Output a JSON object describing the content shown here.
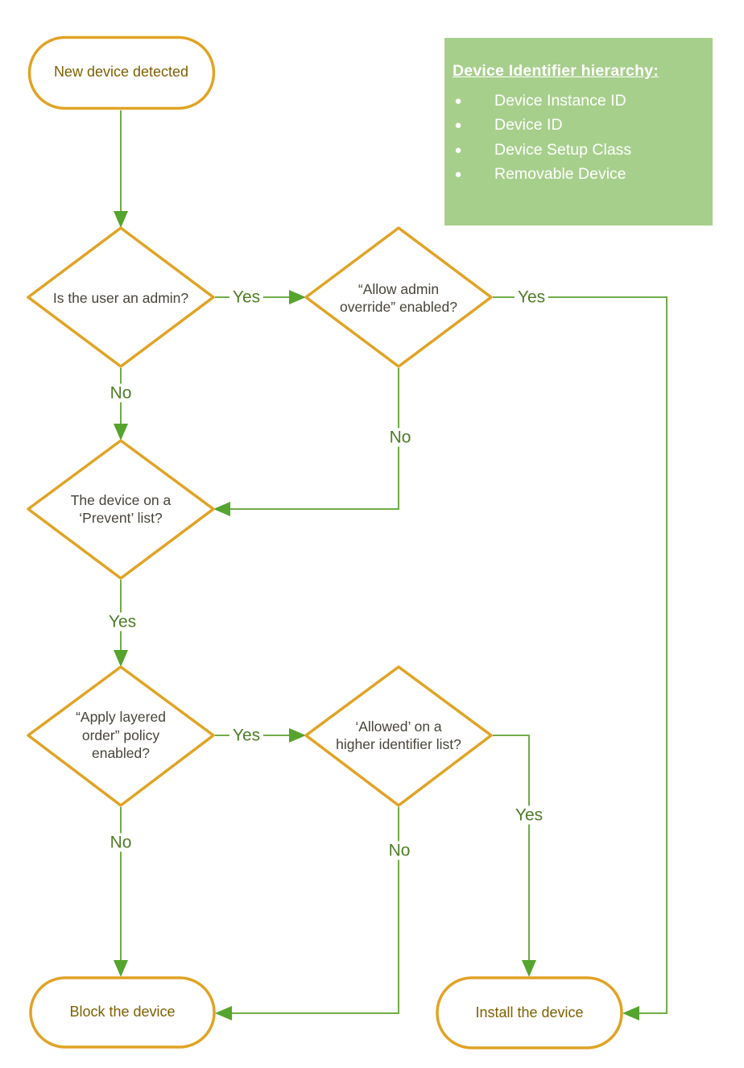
{
  "colors": {
    "shape_stroke": "#E1A325",
    "connector_line": "#70AD47",
    "arrowhead": "#55A42E",
    "edge_label_text": "#4E7D26",
    "terminator_text": "#7F6000",
    "diamond_text": "#48443A",
    "legend_background": "#A7CF8C",
    "legend_text": "#FFFFFF"
  },
  "nodes": {
    "start": "New device detected",
    "is_admin": "Is the user an admin?",
    "allow_override": "“Allow admin override” enabled?",
    "prevent_list": "The device on a ‘Prevent’ list?",
    "layered_order": "“Apply layered order” policy enabled?",
    "higher_identifier": "‘Allowed’ on a higher identifier list?",
    "block": "Block the device",
    "install": "Install the device"
  },
  "edge_labels": {
    "admin_yes": "Yes",
    "admin_no": "No",
    "override_yes": "Yes",
    "override_no": "No",
    "prevent_yes": "Yes",
    "layered_yes": "Yes",
    "layered_no": "No",
    "higher_yes": "Yes",
    "higher_no": "No"
  },
  "legend": {
    "title": "Device Identifier hierarchy:",
    "items": [
      "Device Instance ID",
      "Device ID",
      "Device Setup Class",
      "Removable Device"
    ]
  }
}
